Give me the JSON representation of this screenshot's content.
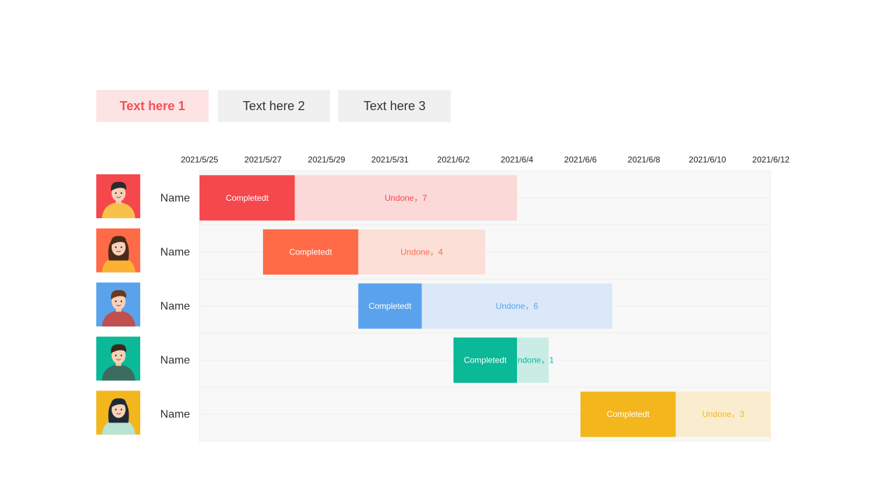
{
  "tabs": [
    {
      "label": "Text here 1",
      "active": true,
      "bg": "#fde3e4",
      "color": "#f25058"
    },
    {
      "label": "Text here 2",
      "active": false,
      "bg": "#f0f0f0",
      "color": "#333333"
    },
    {
      "label": "Text here 3",
      "active": false,
      "bg": "#f0f0f0",
      "color": "#333333"
    }
  ],
  "chart_data": {
    "type": "gantt",
    "x_ticks": [
      "2021/5/25",
      "2021/5/27",
      "2021/5/29",
      "2021/5/31",
      "2021/6/2",
      "2021/6/4",
      "2021/6/6",
      "2021/6/8",
      "2021/6/10",
      "2021/6/12"
    ],
    "grid": true,
    "rows": [
      {
        "name": "Name",
        "avatar": "person-avatar-1",
        "color": "#f5484c",
        "light": "#fad9d8",
        "start": "2021/5/25",
        "completed_days": 3,
        "undone_days": 7,
        "completed_label": "Completedt",
        "undone_label": "Undone，7"
      },
      {
        "name": "Name",
        "avatar": "person-avatar-2",
        "color": "#ff6a47",
        "light": "#fcdfd7",
        "start": "2021/5/27",
        "completed_days": 3,
        "undone_days": 4,
        "completed_label": "Completedt",
        "undone_label": "Undone，4"
      },
      {
        "name": "Name",
        "avatar": "person-avatar-3",
        "color": "#5aa3ec",
        "light": "#dae8f7",
        "start": "2021/5/30",
        "completed_days": 2,
        "undone_days": 6,
        "completed_label": "Completedt",
        "undone_label": "Undone，6"
      },
      {
        "name": "Name",
        "avatar": "person-avatar-4",
        "color": "#0bb897",
        "light": "#c9ede5",
        "start": "2021/6/2",
        "completed_days": 2,
        "undone_days": 1,
        "completed_label": "Completedt",
        "undone_label": "Undone，1"
      },
      {
        "name": "Name",
        "avatar": "person-avatar-5",
        "color": "#f3b61d",
        "light": "#faedcf",
        "start": "2021/6/6",
        "completed_days": 3,
        "undone_days": 3,
        "completed_label": "Completedt",
        "undone_label": "Undone，3"
      }
    ]
  }
}
